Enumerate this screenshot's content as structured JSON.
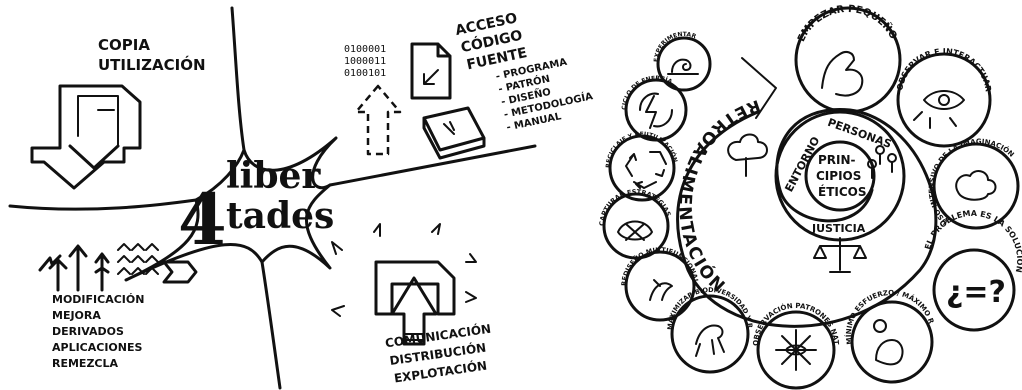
{
  "left_panel": {
    "center": {
      "number": "4",
      "word1": "liber",
      "word2": "tades"
    },
    "top_left": {
      "lines": [
        "COPIA",
        "UTILIZACIÓN"
      ]
    },
    "top_right": {
      "binary": [
        "0100001",
        "1000011",
        "0100101"
      ],
      "lines": [
        "ACCESO",
        "CÓDIGO",
        "FUENTE"
      ],
      "list": [
        "- PROGRAMA",
        "- PATRÓN",
        "- DISEÑO",
        "- METODOLOGÍA",
        "- MANUAL"
      ]
    },
    "bottom_left": {
      "lines": [
        "MODIFICACIÓN",
        "MEJORA",
        "DERIVADOS",
        "APLICACIONES",
        "REMEZCLA"
      ]
    },
    "bottom_right": {
      "lines": [
        "COMUNICACIÓN",
        "DISTRIBUCIÓN",
        "EXPLOTACIÓN"
      ]
    }
  },
  "right_panel": {
    "spiral_word": "RETROALIMENTACIÓN",
    "center_label_lines": [
      "PRIN-",
      "CIPIOS",
      "ÉTICOS"
    ],
    "ring_words": {
      "entorno": "ENTORNO",
      "personas": "PERSONAS",
      "justicia": "JUSTICIA"
    },
    "circles": [
      {
        "label": "EMPEZAR PEQUEÑO"
      },
      {
        "label": "OBSERVAR E INTERACTUAR"
      },
      {
        "label": "USO INTENSIVO DE LA IMAGINACIÓN"
      },
      {
        "label": "EL PROBLEMA ES LA SOLUCIÓN",
        "content": "¿=?"
      },
      {
        "label": "MÍNIMO ESFUERZO / MÁXIMO RENDIMIENTO"
      },
      {
        "label": "OBSERVACIÓN PATRONES NATURALES"
      },
      {
        "label": "MAXIMIZAR BIODIVERSIDAD Y RELACIONES"
      },
      {
        "label": "REDISEÑO MULTIFUNCIONAL"
      },
      {
        "label": "CAPTURAR ESTRATEGIAS"
      },
      {
        "label": "RECICLAJE Y REUTILIZACIÓN"
      },
      {
        "label": "CICLO DE ENERGÍA"
      },
      {
        "label": "EXPERIMENTAR"
      }
    ]
  }
}
